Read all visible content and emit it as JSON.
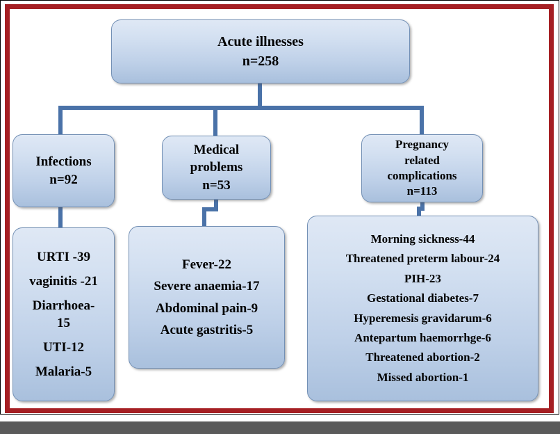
{
  "figure": {
    "title": "Acute illnesses classification flowchart",
    "frame_color": "#a51f23",
    "box_border_color": "#7390b5",
    "connector_color": "#4a72a8",
    "bottom_bar_color": "#5a5a5a"
  },
  "root": {
    "label": "Acute illnesses",
    "count": "n=258"
  },
  "categories": [
    {
      "id": "infections",
      "title_lines": [
        "Infections"
      ],
      "count": "n=92",
      "items": [
        "URTI -39",
        "vaginitis -21",
        "Diarrhoea-",
        "15",
        "UTI-12",
        "Malaria-5"
      ]
    },
    {
      "id": "medical",
      "title_lines": [
        "Medical",
        "problems"
      ],
      "count": "n=53",
      "items": [
        "Fever-22",
        "Severe anaemia-17",
        "Abdominal pain-9",
        "Acute gastritis-5"
      ]
    },
    {
      "id": "pregnancy",
      "title_lines": [
        "Pregnancy",
        "related",
        "complications"
      ],
      "count": "n=113",
      "items": [
        "Morning sickness-44",
        "Threatened preterm labour-24",
        "PIH-23",
        "Gestational diabetes-7",
        "Hyperemesis gravidarum-6",
        "Antepartum haemorrhge-6",
        "Threatened abortion-2",
        "Missed abortion-1"
      ]
    }
  ]
}
